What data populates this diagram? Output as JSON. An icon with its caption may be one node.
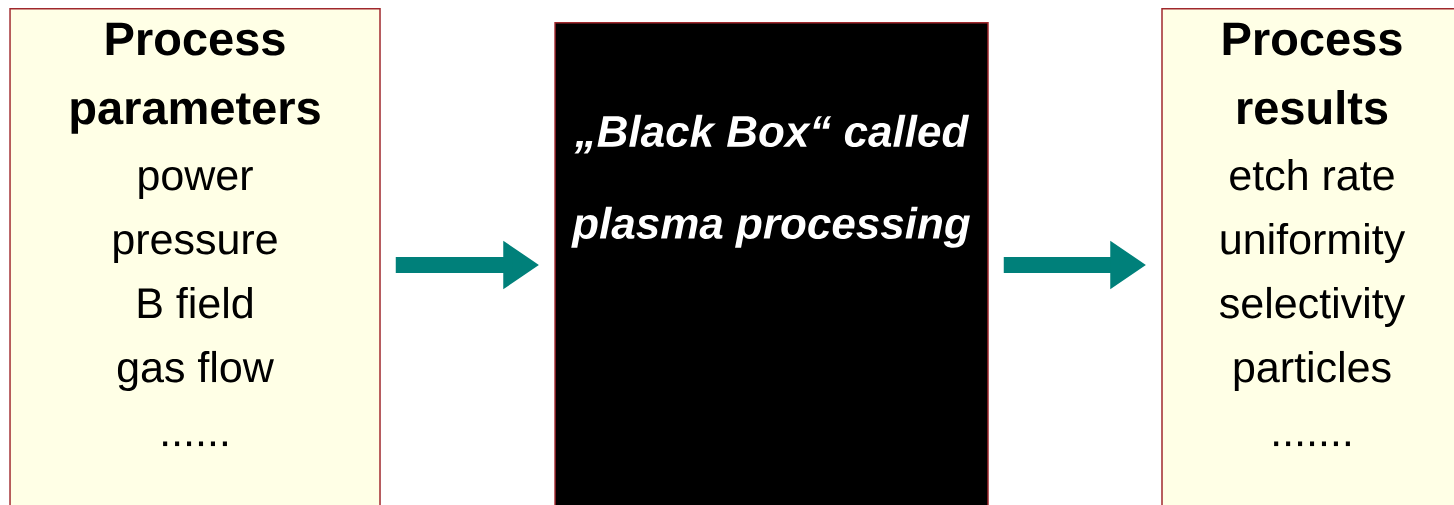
{
  "diagram": {
    "nodes": [
      {
        "text": [
          "Process parameters",
          "power",
          "pressure",
          "B field",
          "gas flow",
          "......"
        ]
      },
      {
        "text": [
          "„Black Box“ called plasma processing"
        ]
      },
      {
        "text": [
          "Process results",
          "etch rate",
          "uniformity",
          "selectivity",
          "particles",
          "......."
        ]
      }
    ],
    "edges": [
      {
        "from": 0,
        "to": 1,
        "arrow": "to"
      },
      {
        "from": 1,
        "to": 2,
        "arrow": "to"
      }
    ]
  }
}
